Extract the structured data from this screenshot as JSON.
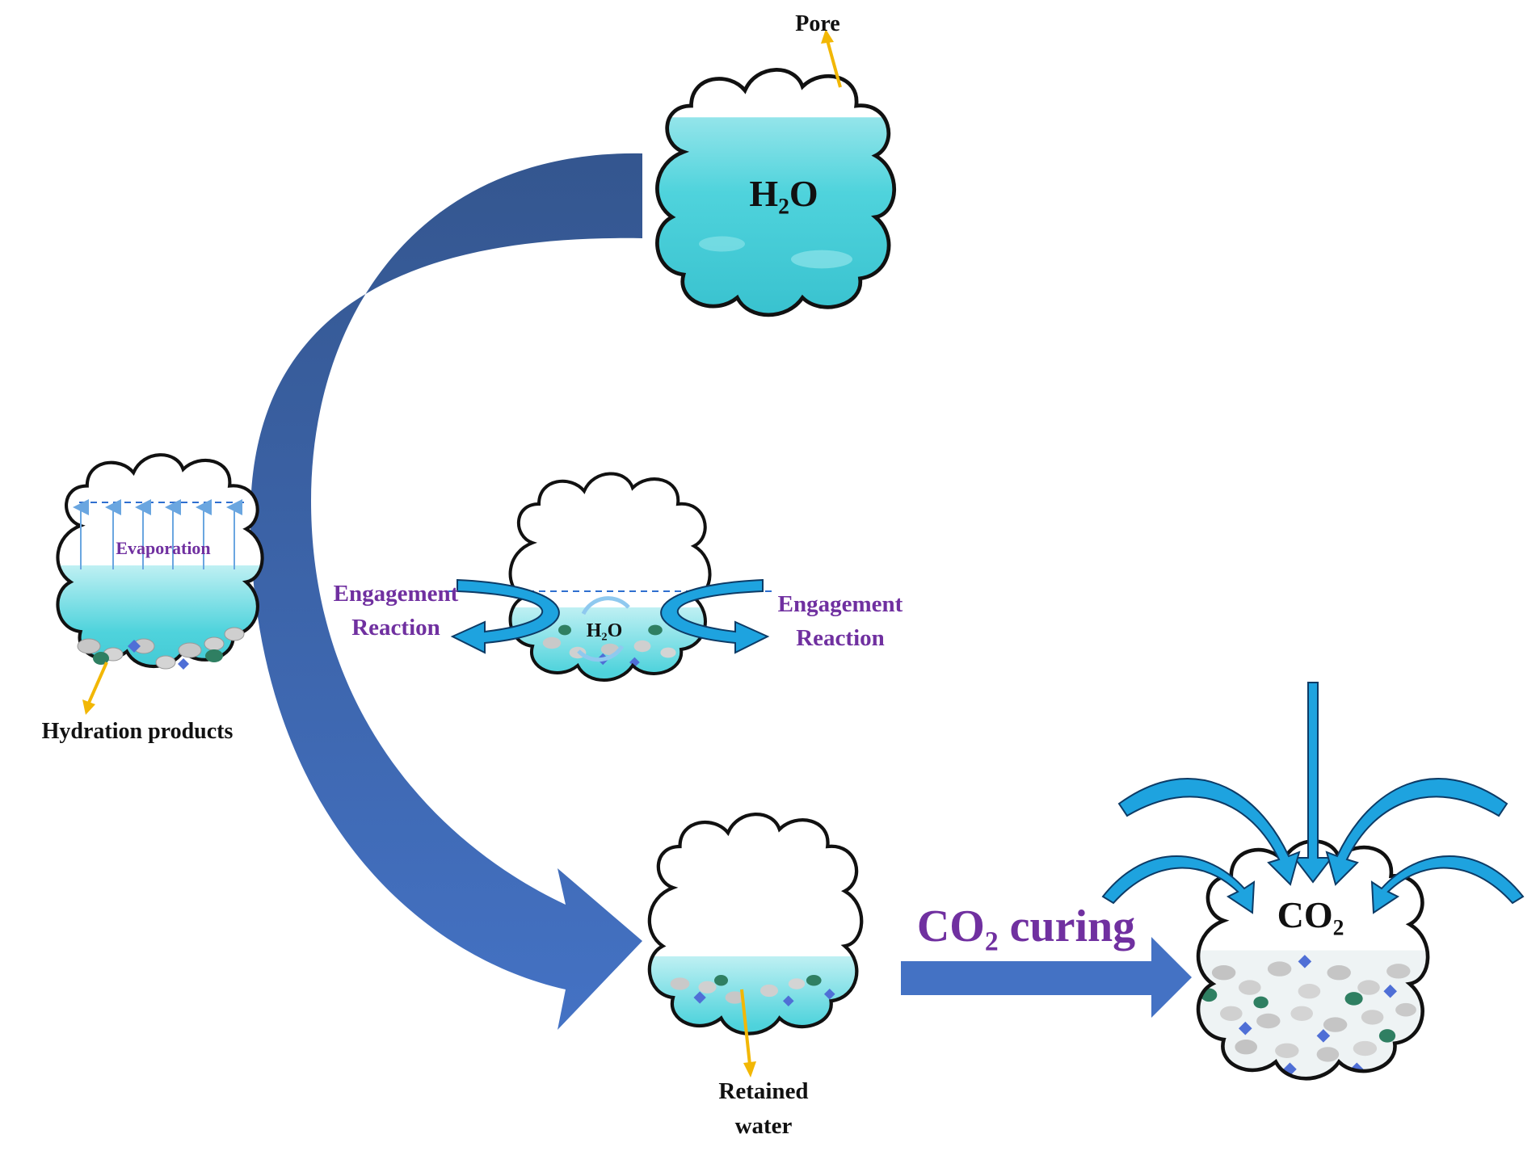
{
  "labels": {
    "pore": "Pore",
    "h2o_big": "H₂O",
    "evaporation": "Evaporation",
    "hydration_products": "Hydration products",
    "engagement_reaction_left_1": "Engagement",
    "engagement_reaction_left_2": "Reaction",
    "engagement_reaction_right_1": "Engagement",
    "engagement_reaction_right_2": "Reaction",
    "h2o_small": "H₂O",
    "co2_curing": "CO₂ curing",
    "co2_label": "CO₂",
    "retained_water_1": "Retained",
    "retained_water_2": "water"
  },
  "colors": {
    "water": "#4fd3dc",
    "water_light": "#bff0f3",
    "big_arrow_top": "#3a5a9a",
    "big_arrow_bottom": "#4472c4",
    "co2_arrows": "#1ea3df",
    "pointer": "#f2b705",
    "label_purple": "#7030a0"
  }
}
